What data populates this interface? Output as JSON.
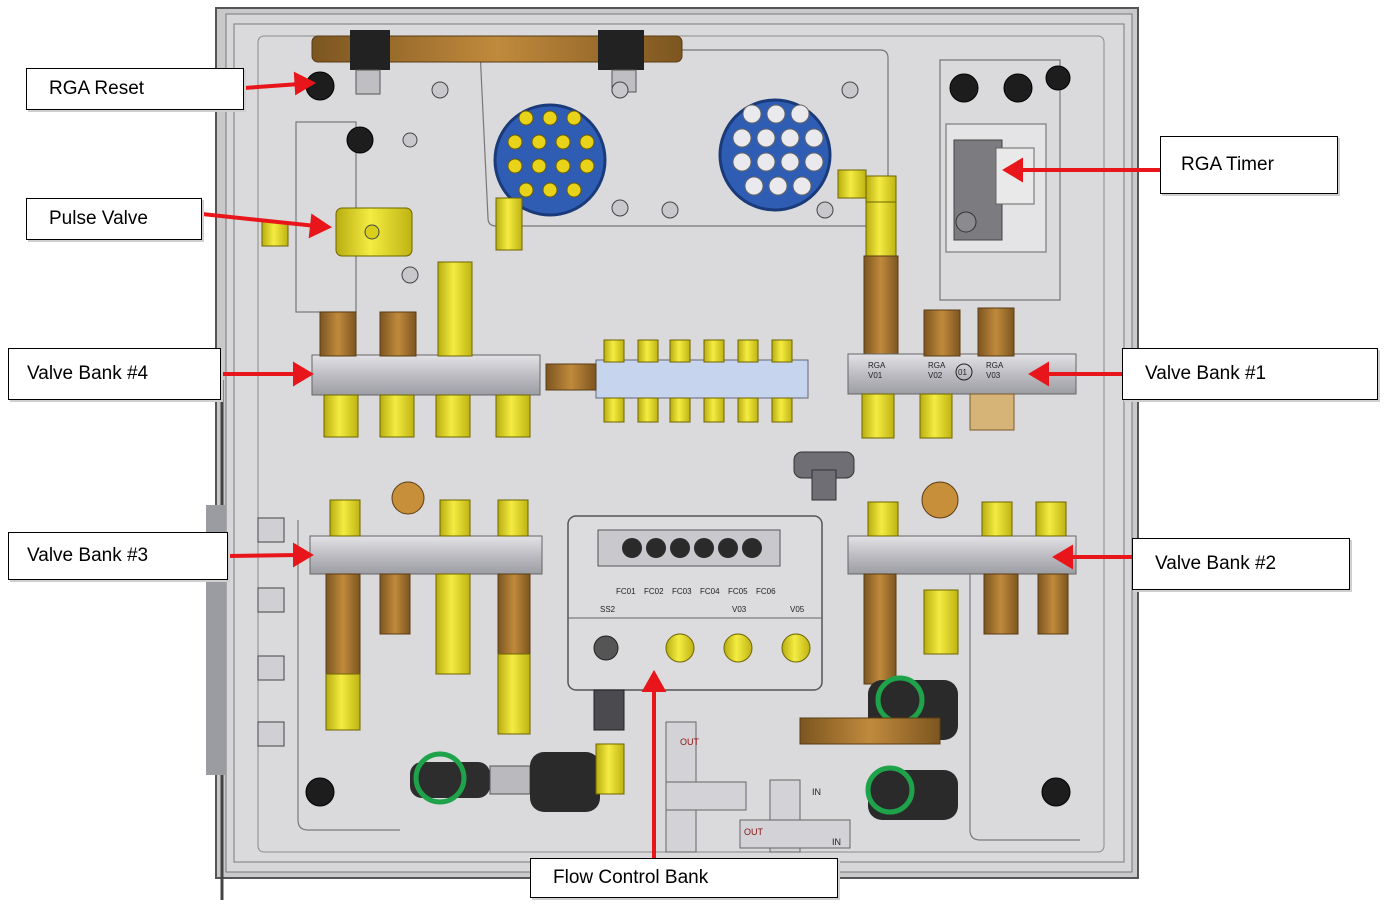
{
  "diagram": {
    "callouts": {
      "rga_reset": "RGA Reset",
      "pulse_valve": "Pulse Valve",
      "valve_bank_4": "Valve Bank #4",
      "valve_bank_3": "Valve Bank #3",
      "rga_timer": "RGA Timer",
      "valve_bank_1": "Valve Bank #1",
      "valve_bank_2": "Valve Bank #2",
      "flow_control_bank": "Flow Control Bank"
    },
    "panel_labels": {
      "fc_labels": [
        "FC01",
        "FC02",
        "FC03",
        "FC04",
        "FC05",
        "FC06"
      ],
      "lower_labels": [
        "SS2",
        "V03",
        "V05"
      ],
      "bank1_labels": [
        "RGA",
        "V01",
        "RGA",
        "V02",
        "01",
        "RGA",
        "V03"
      ],
      "port_in": "IN",
      "port_out": "OUT"
    },
    "colors": {
      "arrow": "#e8161a",
      "panel": "#d6d6d8",
      "yellow": "#e6dc1f",
      "brass": "#a9782f",
      "blue": "#2f5db3",
      "rail": "#c8c8cc",
      "lightblue": "#c7d4ee"
    }
  }
}
